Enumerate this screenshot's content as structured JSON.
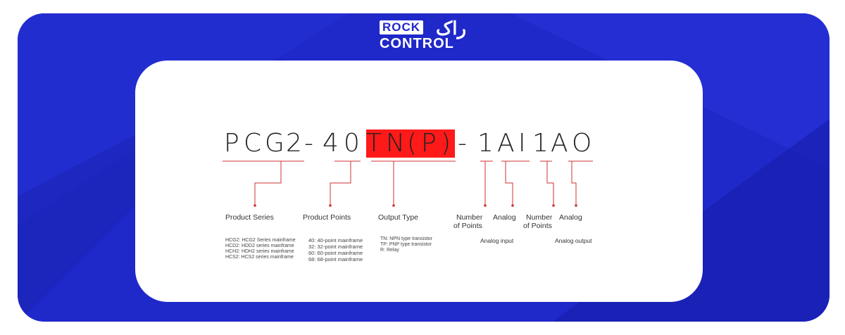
{
  "logo": {
    "top_word": "ROCK",
    "bottom_word": "CONTROL",
    "farsi": "راک"
  },
  "code": {
    "chars": [
      "P",
      "C",
      "G",
      "2",
      "-",
      "4",
      "0",
      "T",
      "N",
      "(",
      "P",
      ")",
      "-",
      "1",
      "A",
      "I",
      "1",
      "A",
      "O"
    ]
  },
  "labels": {
    "product_series": "Product Series",
    "product_points": "Product Points",
    "output_type": "Output Type",
    "number_points_1": "Number",
    "number_points_2": "of Points",
    "analog_a": "Analog",
    "number_points_b1": "Number",
    "number_points_b2": "of Points",
    "analog_b": "Analog"
  },
  "details": {
    "series": [
      "HCG2: HCG2 Series mainframe",
      "HCD2: HDD2 series mainframe",
      "HCH2: HDH2 series mainframe",
      "HCS2: HCS2 series mainframe"
    ],
    "points": [
      "40: 40-point mainframe",
      "32: 32-point mainframe",
      "60: 60-point mainframe",
      "68: 68-point mainframe"
    ],
    "output": [
      "TN: NPN type transistor",
      "TP: PNP type transistor",
      "R: Relay"
    ],
    "analog_input": "Analog input",
    "analog_output": "Analog output"
  },
  "colors": {
    "banner": "#1f28c9",
    "highlight": "#ff1a1a",
    "line": "#d03030"
  }
}
